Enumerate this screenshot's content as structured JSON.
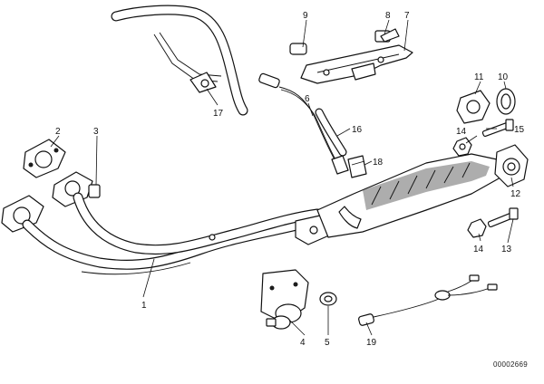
{
  "diagram": {
    "document_number": "00002669",
    "callouts": [
      {
        "id": "c1",
        "label": "1"
      },
      {
        "id": "c2",
        "label": "2"
      },
      {
        "id": "c3",
        "label": "3"
      },
      {
        "id": "c4",
        "label": "4"
      },
      {
        "id": "c5",
        "label": "5"
      },
      {
        "id": "c6",
        "label": "6"
      },
      {
        "id": "c7",
        "label": "7"
      },
      {
        "id": "c8",
        "label": "8"
      },
      {
        "id": "c9",
        "label": "9"
      },
      {
        "id": "c10",
        "label": "10"
      },
      {
        "id": "c11",
        "label": "11"
      },
      {
        "id": "c12",
        "label": "12"
      },
      {
        "id": "c13",
        "label": "13"
      },
      {
        "id": "c14a",
        "label": "14"
      },
      {
        "id": "c14b",
        "label": "14"
      },
      {
        "id": "c15",
        "label": "15"
      },
      {
        "id": "c16",
        "label": "16"
      },
      {
        "id": "c17",
        "label": "17"
      },
      {
        "id": "c18",
        "label": "18"
      },
      {
        "id": "c19",
        "label": "19"
      }
    ]
  }
}
